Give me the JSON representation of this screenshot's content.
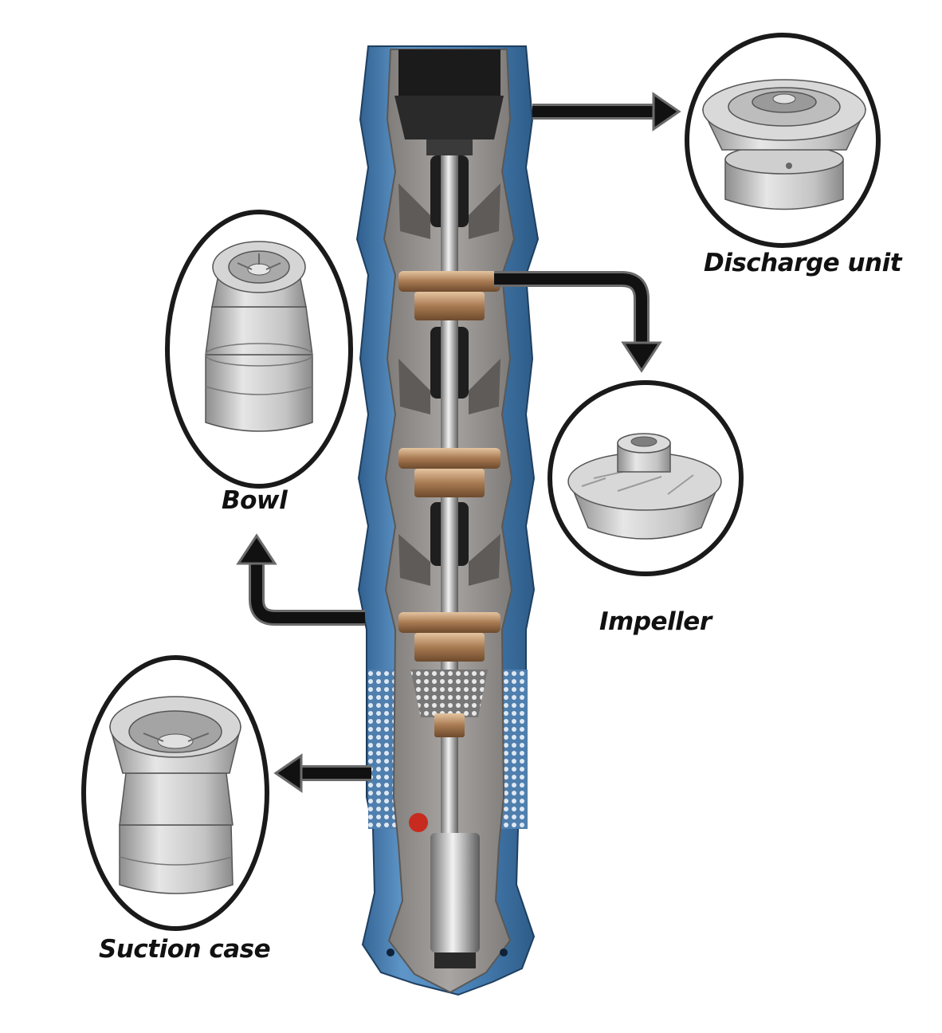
{
  "labels": {
    "discharge_unit": "Discharge unit",
    "impeller": "Impeller",
    "bowl": "Bowl",
    "suction_case": "Suction case"
  },
  "colors": {
    "casing_blue": "#4a83b8",
    "cut_surface": "#9b9794",
    "bronze": "#b58a62",
    "arrow": "#111111",
    "part_gray": "#bdbdbd"
  },
  "icons": {
    "pump": "submersible-pump-cutaway-illustration",
    "discharge": "discharge-unit-render",
    "impeller": "impeller-render",
    "bowl": "bowl-render",
    "suction": "suction-case-render"
  }
}
